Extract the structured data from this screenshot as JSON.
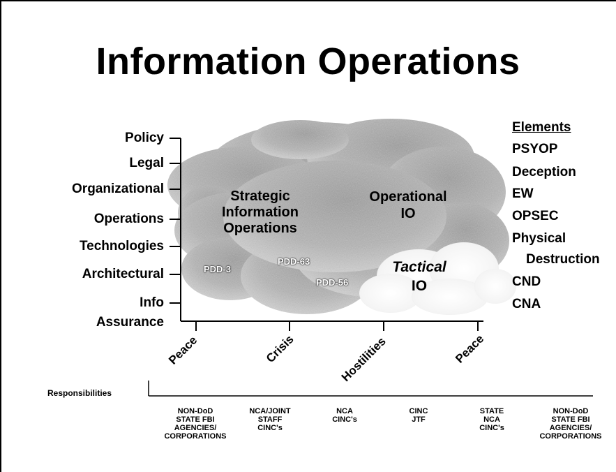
{
  "title": "Information Operations",
  "y_axis_levels": [
    "Policy",
    "Legal",
    "Organizational",
    "Operations",
    "Technologies",
    "Architectural",
    "Info",
    "Assurance"
  ],
  "x_axis_phases": [
    "Peace",
    "Crisis",
    "Hostilities",
    "Peace"
  ],
  "elements": {
    "heading": "Elements",
    "items": [
      "PSYOP",
      "Deception",
      "EW",
      "OPSEC",
      "Physical",
      "Destruction",
      "CND",
      "CNA"
    ]
  },
  "clouds": {
    "strategic": [
      "Strategic",
      "Information",
      "Operations"
    ],
    "operational": [
      "Operational",
      "IO"
    ],
    "tactical": [
      "Tactical",
      "IO"
    ]
  },
  "directives": [
    "PDD-3",
    "PDD-63",
    "PDD-56"
  ],
  "responsibilities": {
    "label": "Responsibilities",
    "columns": [
      [
        "NON-DoD",
        "STATE FBI",
        "AGENCIES/",
        "CORPORATIONS"
      ],
      [
        "NCA/JOINT",
        "STAFF",
        "CINC's"
      ],
      [
        "NCA",
        "CINC's"
      ],
      [
        "CINC",
        "JTF"
      ],
      [
        "STATE",
        "NCA",
        "CINC's"
      ],
      [
        "NON-DoD",
        "STATE FBI",
        "AGENCIES/",
        "CORPORATIONS"
      ]
    ]
  },
  "colors": {
    "cloud_dark": "#a9a9a9",
    "cloud_light": "#d2d2d2",
    "tactical_cloud": "#ffffff",
    "line": "#000000"
  }
}
